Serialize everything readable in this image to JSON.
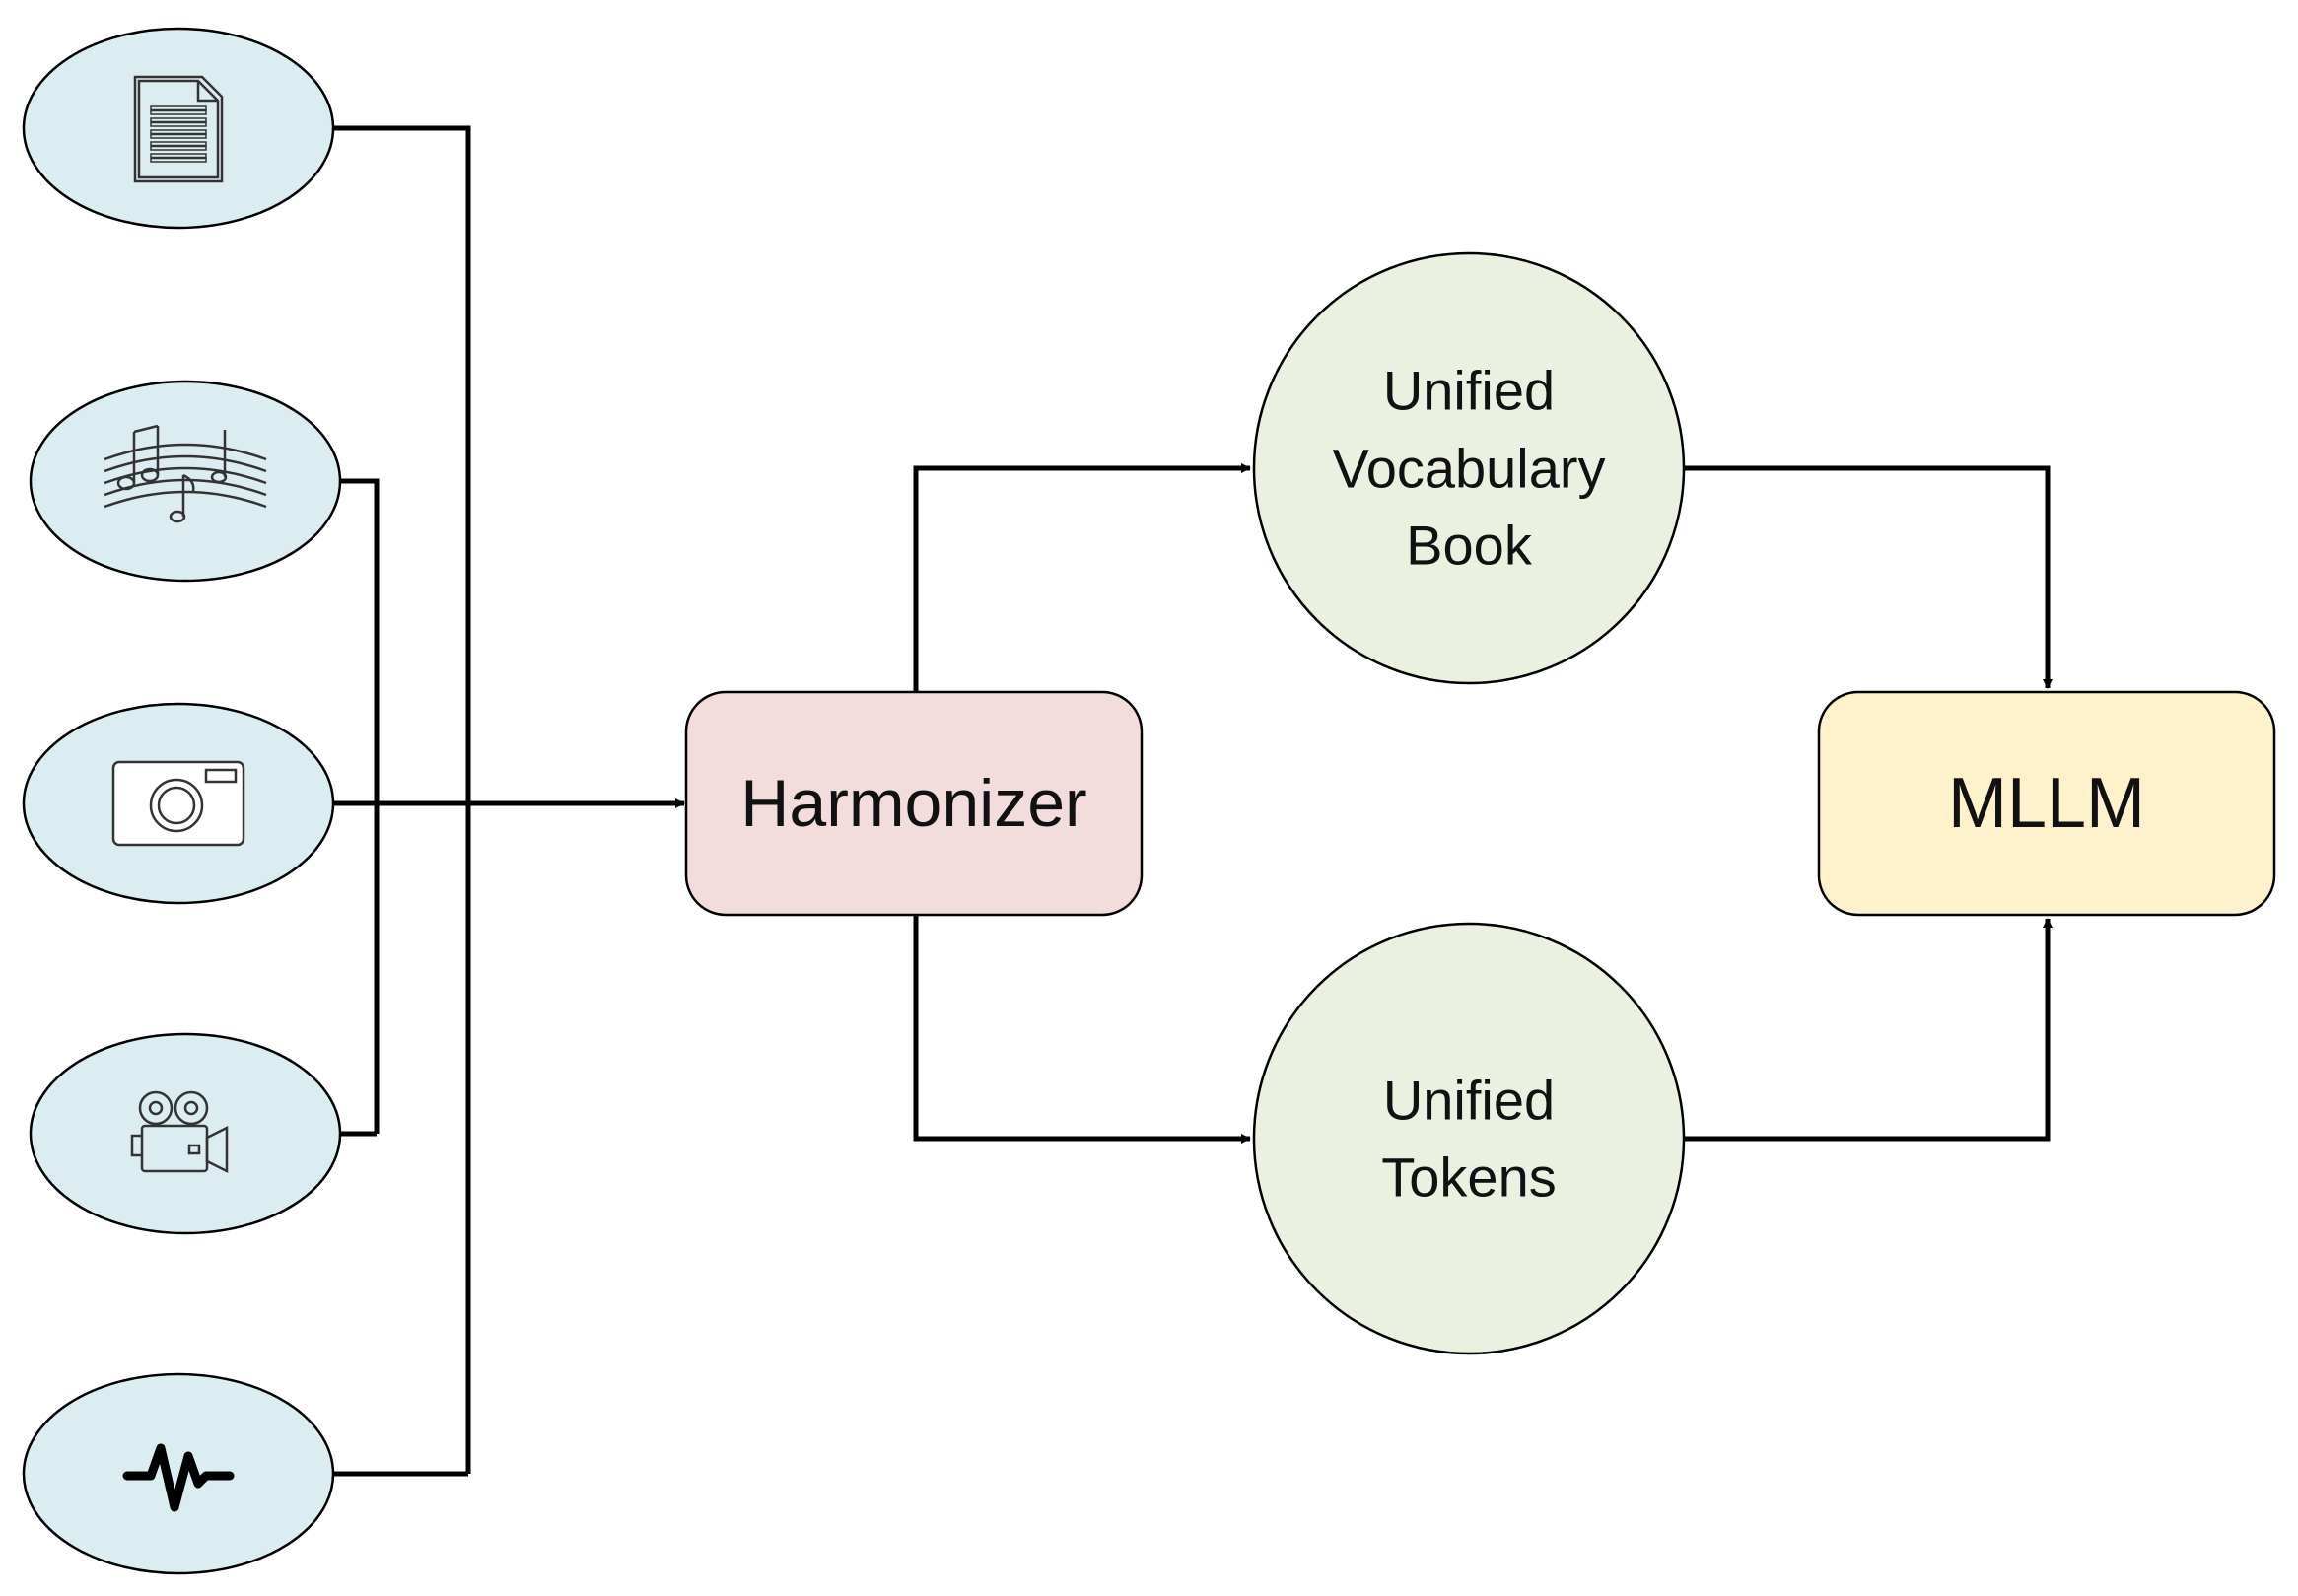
{
  "colors": {
    "input_fill": "#dcedf2",
    "harmonizer_fill": "#f2dcdc",
    "circle_fill": "#ebf1e0",
    "mllm_fill": "#fdf2cc",
    "stroke": "#000000"
  },
  "inputs": [
    {
      "id": "input-document",
      "icon": "document-icon"
    },
    {
      "id": "input-music",
      "icon": "music-notes-icon"
    },
    {
      "id": "input-image",
      "icon": "camera-icon"
    },
    {
      "id": "input-video",
      "icon": "video-camera-icon"
    },
    {
      "id": "input-signal",
      "icon": "waveform-icon"
    }
  ],
  "harmonizer": {
    "label": "Harmonizer"
  },
  "vocabulary_book": {
    "lines": [
      "Unified",
      "Vocabulary",
      "Book"
    ]
  },
  "unified_tokens": {
    "lines": [
      "Unified",
      "Tokens"
    ]
  },
  "mllm": {
    "label": "MLLM"
  }
}
